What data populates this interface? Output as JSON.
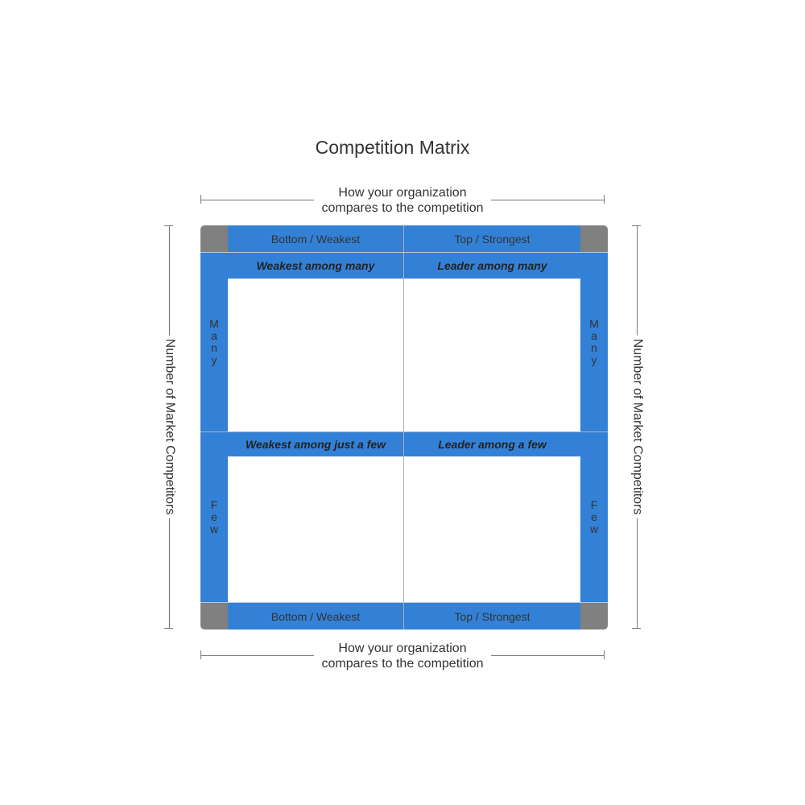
{
  "title": "Competition Matrix",
  "axes": {
    "top_label_line1": "How your organization",
    "top_label_line2": "compares to the competition",
    "bottom_label_line1": "How your organization",
    "bottom_label_line2": "compares to the competition",
    "left_label": "Number of Market Competitors",
    "right_label": "Number of Market Competitors"
  },
  "columns": {
    "left": "Bottom / Weakest",
    "right": "Top / Strongest"
  },
  "rows": {
    "top": "Many",
    "bottom": "Few"
  },
  "quadrants": {
    "top_left": "Weakest among many",
    "top_right": "Leader among many",
    "bottom_left": "Weakest among just a few",
    "bottom_right": "Leader among a few"
  },
  "colors": {
    "band": "#3381d6",
    "corner": "#808080"
  }
}
